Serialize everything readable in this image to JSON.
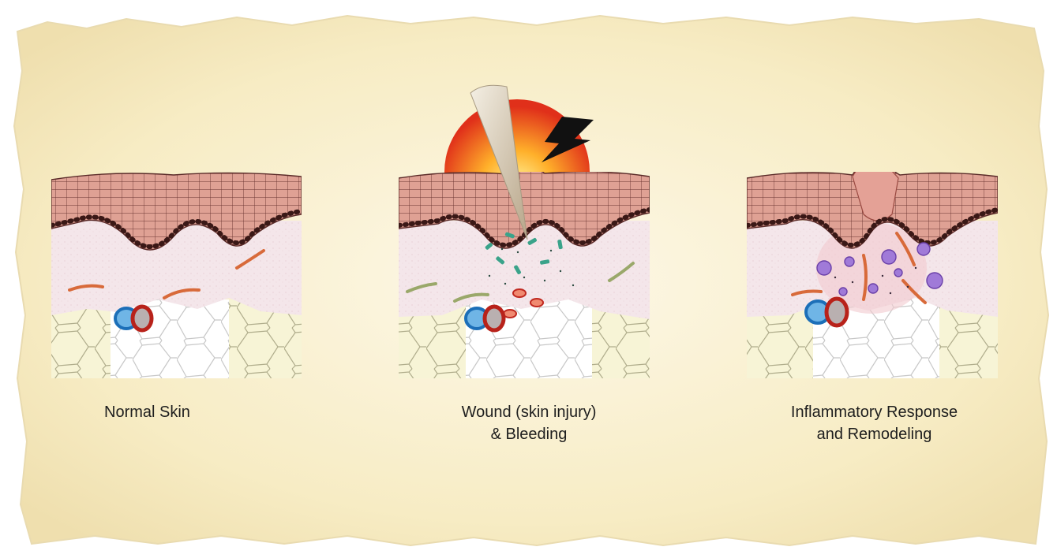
{
  "figure": {
    "panels": [
      {
        "id": "normal",
        "caption_lines": [
          "Normal Skin"
        ]
      },
      {
        "id": "wound",
        "caption_lines": [
          "Wound (skin injury)",
          "& Bleeding"
        ]
      },
      {
        "id": "inflammation",
        "caption_lines": [
          "Inflammatory Response",
          "and Remodeling"
        ]
      }
    ]
  },
  "colors": {
    "parchment": "#f7ecc4",
    "parchment_edge": "#fbf6e2",
    "epidermis": "#d99a90",
    "epidermis_line": "#5a2a28",
    "dermis": "#f3e4e8",
    "fat": "#f6f3d2",
    "fat_line": "#a9a98a",
    "fibroblast": "#d86a3a",
    "vessel_blue": "#2f8fd8",
    "vessel_red": "#c0281f",
    "bacteria": "#3aa38a",
    "immune_cell": "#9a6ad0",
    "sun_core": "#ffe34a",
    "sun_edge": "#e0301a"
  }
}
